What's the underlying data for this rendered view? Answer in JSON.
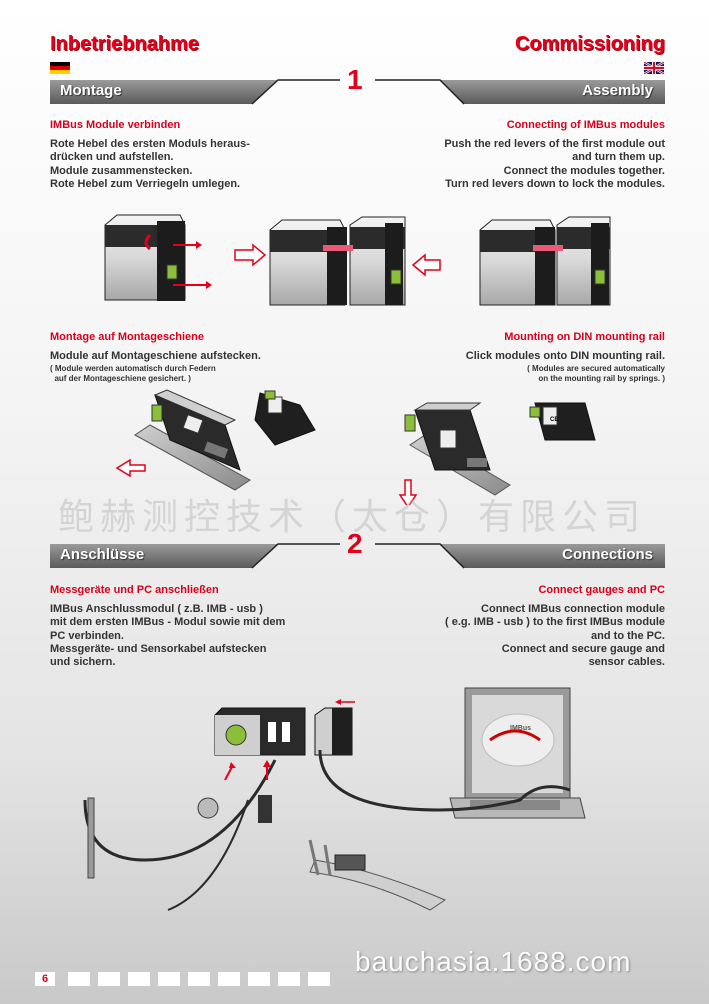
{
  "header": {
    "title_de": "Inbetriebnahme",
    "title_en": "Commissioning"
  },
  "section1": {
    "number": "1",
    "band_de": "Montage",
    "band_en": "Assembly",
    "a": {
      "head_de": "IMBus Module verbinden",
      "head_en": "Connecting of IMBus modules",
      "text_de": "Rote Hebel des ersten Moduls heraus-\ndrücken und aufstellen.\nModule zusammenstecken.\nRote Hebel zum Verriegeln umlegen.",
      "text_en": "Push the red levers of the first module out\nand turn them up.\nConnect the modules together.\nTurn red levers down to lock the modules."
    },
    "b": {
      "head_de": "Montage auf Montageschiene",
      "head_en": "Mounting on DIN mounting rail",
      "text_de": "Module auf Montageschiene aufstecken.",
      "text_en": "Click modules onto DIN mounting rail.",
      "note_de": "( Module werden automatisch durch Federn\n  auf der Montageschiene gesichert. )",
      "note_en": "( Modules are secured automatically\non the mounting rail by springs. )"
    }
  },
  "watermark": {
    "text": "鲍赫测控技术（太仓）有限公司",
    "site": "bauchasia.1688.com"
  },
  "section2": {
    "number": "2",
    "band_de": "Anschlüsse",
    "band_en": "Connections",
    "head_de": "Messgeräte und PC anschließen",
    "head_en": "Connect gauges and PC",
    "text_de": "IMBus Anschlussmodul ( z.B. IMB - usb )\nmit dem ersten IMBus - Modul sowie mit dem\nPC verbinden.\nMessgeräte- und Sensorkabel aufstecken\nund sichern.",
    "text_en": "Connect IMBus connection module\n( e.g. IMB - usb ) to the first IMBus module\nand to the PC.\nConnect and secure gauge and\nsensor cables."
  },
  "illustration": {
    "module_label": "CE",
    "laptop_logo": "IMBus"
  },
  "footer": {
    "page_number": "6"
  },
  "colors": {
    "accent_red": "#e3001b",
    "band_gray": "#6e6e6e"
  }
}
